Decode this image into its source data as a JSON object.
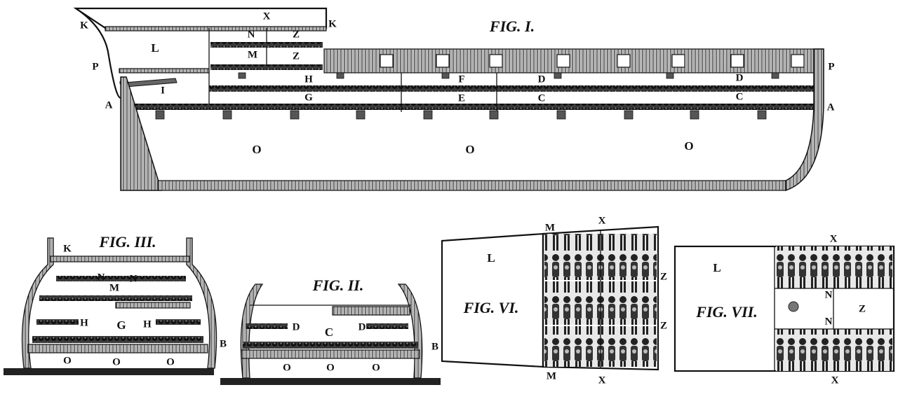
{
  "figures": {
    "fig1": {
      "title": "FIG. I.",
      "labels": [
        "X",
        "K",
        "K",
        "L",
        "N",
        "Z",
        "M",
        "Z",
        "P",
        "P",
        "H",
        "F",
        "D",
        "D",
        "I",
        "A",
        "A",
        "G",
        "E",
        "C",
        "C",
        "O",
        "O",
        "O"
      ]
    },
    "fig2": {
      "title": "FIG. II.",
      "labels": [
        "D",
        "C",
        "D",
        "B",
        "O",
        "O",
        "O"
      ]
    },
    "fig3": {
      "title": "FIG. III.",
      "labels": [
        "K",
        "N",
        "M",
        "N",
        "H",
        "G",
        "H",
        "B",
        "O",
        "O",
        "O"
      ]
    },
    "fig6": {
      "title": "FIG. VI.",
      "labels": [
        "M",
        "X",
        "L",
        "Z",
        "Z",
        "M",
        "X"
      ]
    },
    "fig7": {
      "title": "FIG. VII.",
      "labels": [
        "X",
        "L",
        "N",
        "Z",
        "N",
        "X"
      ]
    }
  }
}
